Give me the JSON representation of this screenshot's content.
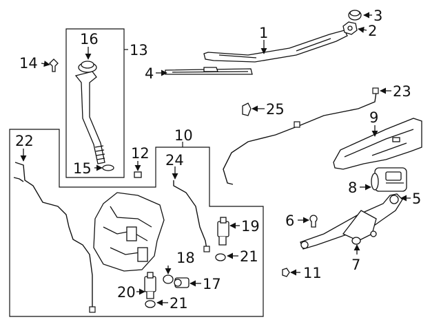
{
  "diagram": {
    "callouts": [
      {
        "id": "c1",
        "label": "1"
      },
      {
        "id": "c2",
        "label": "2"
      },
      {
        "id": "c3",
        "label": "3"
      },
      {
        "id": "c4",
        "label": "4"
      },
      {
        "id": "c5",
        "label": "5"
      },
      {
        "id": "c6",
        "label": "6"
      },
      {
        "id": "c7",
        "label": "7"
      },
      {
        "id": "c8",
        "label": "8"
      },
      {
        "id": "c9",
        "label": "9"
      },
      {
        "id": "c10",
        "label": "10"
      },
      {
        "id": "c11",
        "label": "11"
      },
      {
        "id": "c12",
        "label": "12"
      },
      {
        "id": "c13",
        "label": "13"
      },
      {
        "id": "c14",
        "label": "14"
      },
      {
        "id": "c15",
        "label": "15"
      },
      {
        "id": "c16",
        "label": "16"
      },
      {
        "id": "c17",
        "label": "17"
      },
      {
        "id": "c18",
        "label": "18"
      },
      {
        "id": "c19",
        "label": "19"
      },
      {
        "id": "c20",
        "label": "20"
      },
      {
        "id": "c21a",
        "label": "21"
      },
      {
        "id": "c21b",
        "label": "21"
      },
      {
        "id": "c22",
        "label": "22"
      },
      {
        "id": "c23",
        "label": "23"
      },
      {
        "id": "c24",
        "label": "24"
      },
      {
        "id": "c25",
        "label": "25"
      }
    ],
    "colors": {
      "line": "#111111",
      "fill": "#ffffff",
      "shade": "#d9d9d9"
    }
  }
}
